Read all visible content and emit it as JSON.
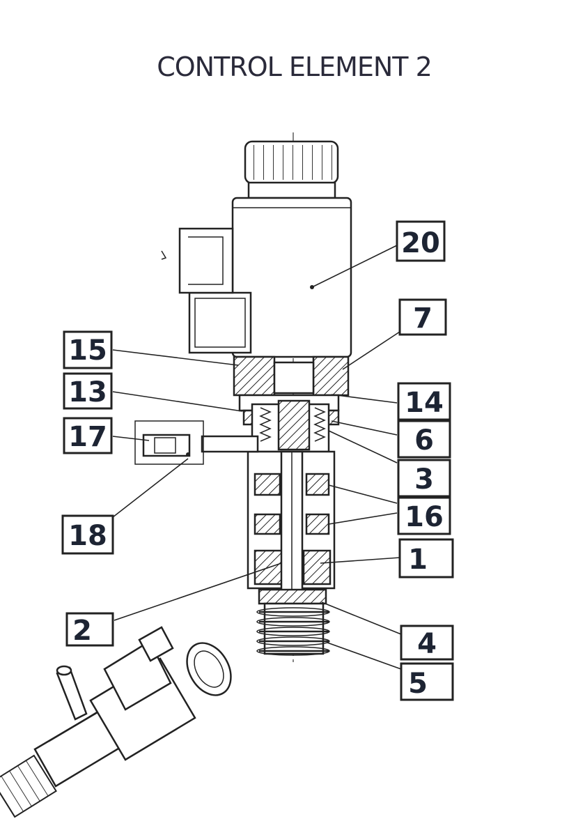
{
  "title": "CONTROL ELEMENT 2",
  "callouts": [
    {
      "id": "c20",
      "label": "20"
    },
    {
      "id": "c7",
      "label": "7"
    },
    {
      "id": "c15",
      "label": "15"
    },
    {
      "id": "c13",
      "label": "13"
    },
    {
      "id": "c14",
      "label": "14"
    },
    {
      "id": "c17",
      "label": "17"
    },
    {
      "id": "c6",
      "label": "6"
    },
    {
      "id": "c3",
      "label": "3"
    },
    {
      "id": "c16",
      "label": "16"
    },
    {
      "id": "c18",
      "label": "18"
    },
    {
      "id": "c1",
      "label": "1"
    },
    {
      "id": "c2",
      "label": "2"
    },
    {
      "id": "c4",
      "label": "4"
    },
    {
      "id": "c5",
      "label": "5"
    }
  ]
}
